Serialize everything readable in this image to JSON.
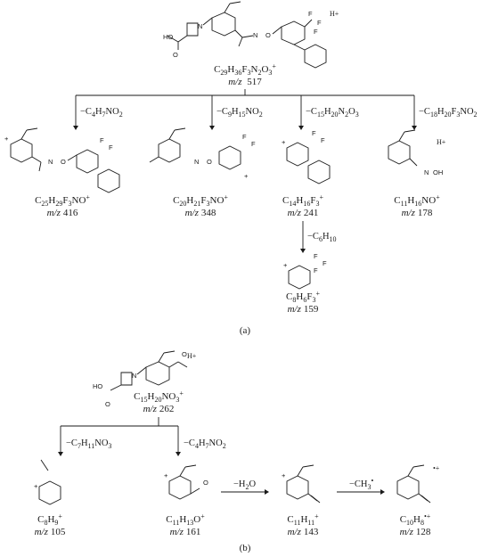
{
  "panel_a": {
    "label": "(a)",
    "parent": {
      "formula": [
        "C",
        "29",
        "H",
        "36",
        "F",
        "3",
        "N",
        "2",
        "O",
        "3",
        "+"
      ],
      "mz_prefix": "m/z",
      "mz_value": "517",
      "adduct": "H+"
    },
    "fragments": [
      {
        "loss": [
          "−C",
          "4",
          "H",
          "7",
          "NO",
          "2",
          ""
        ],
        "formula": [
          "C",
          "25",
          "H",
          "29",
          "F",
          "3",
          "NO",
          "+",
          ""
        ],
        "mz_prefix": "m/z",
        "mz_value": "416"
      },
      {
        "loss": [
          "−C",
          "9",
          "H",
          "15",
          "NO",
          "2",
          ""
        ],
        "formula": [
          "C",
          "20",
          "H",
          "21",
          "F",
          "3",
          "NO",
          "+",
          ""
        ],
        "mz_prefix": "m/z",
        "mz_value": "348"
      },
      {
        "loss": [
          "−C",
          "15",
          "H",
          "20",
          "N",
          "2",
          "O",
          "3",
          ""
        ],
        "formula": [
          "C",
          "14",
          "H",
          "16",
          "F",
          "3",
          "+"
        ],
        "mz_prefix": "m/z",
        "mz_value": "241"
      },
      {
        "loss": [
          "−C",
          "18",
          "H",
          "20",
          "F",
          "3",
          "NO",
          "2",
          ""
        ],
        "formula": [
          "C",
          "11",
          "H",
          "16",
          "NO",
          "+",
          ""
        ],
        "mz_prefix": "m/z",
        "mz_value": "178",
        "adduct": "H+"
      }
    ],
    "secondary": {
      "loss": [
        "−C",
        "6",
        "H",
        "10",
        ""
      ],
      "formula": [
        "C",
        "8",
        "H",
        "6",
        "F",
        "3",
        "+"
      ],
      "mz_prefix": "m/z",
      "mz_value": "159"
    }
  },
  "panel_b": {
    "label": "(b)",
    "parent": {
      "formula": [
        "C",
        "15",
        "H",
        "20",
        "NO",
        "3",
        "+"
      ],
      "mz_prefix": "m/z",
      "mz_value": "262",
      "adduct": "H+"
    },
    "fragments": [
      {
        "loss": [
          "−C",
          "7",
          "H",
          "11",
          "NO",
          "3",
          ""
        ],
        "formula": [
          "C",
          "8",
          "H",
          "9",
          "+"
        ],
        "mz_prefix": "m/z",
        "mz_value": "105"
      },
      {
        "loss": [
          "−C",
          "4",
          "H",
          "7",
          "NO",
          "2",
          ""
        ],
        "formula": [
          "C",
          "11",
          "H",
          "13",
          "O",
          "+"
        ],
        "mz_prefix": "m/z",
        "mz_value": "161"
      },
      {
        "loss": [
          "−H",
          "2",
          "O"
        ],
        "formula": [
          "C",
          "11",
          "H",
          "11",
          "+"
        ],
        "mz_prefix": "m/z",
        "mz_value": "143"
      },
      {
        "loss": [
          "−CH",
          "3",
          "•"
        ],
        "formula": [
          "C",
          "10",
          "H",
          "8",
          "•+"
        ],
        "mz_prefix": "m/z",
        "mz_value": "128",
        "adduct": "•+"
      }
    ]
  },
  "atoms": {
    "F": "F",
    "O": "O",
    "N": "N",
    "OH": "OH",
    "HO": "HO",
    "plus": "+"
  }
}
